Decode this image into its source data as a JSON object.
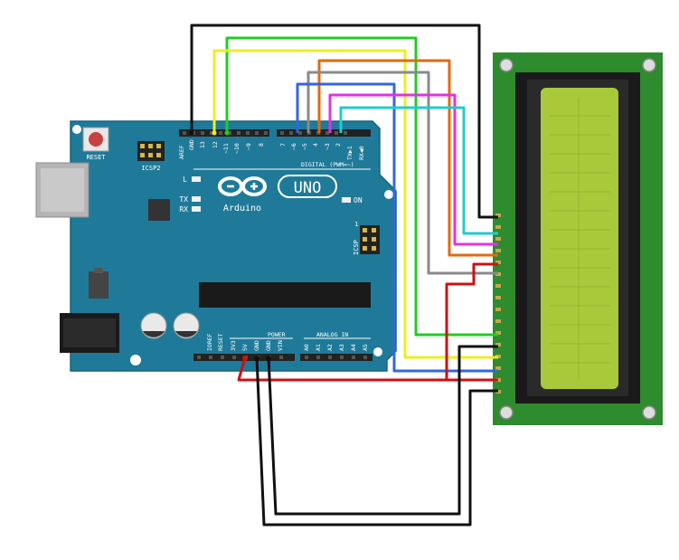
{
  "board": {
    "brand": "Arduino",
    "model": "UNO",
    "reset_label": "RESET",
    "icsp2_label": "ICSP2",
    "icsp_label": "ICSP",
    "icsp_pin1": "1",
    "led_l": "L",
    "led_tx": "TX",
    "led_rx": "RX",
    "led_on": "ON",
    "digital_label": "DIGITAL (PWM=~)",
    "power_label": "POWER",
    "analog_label": "ANALOG IN",
    "aref": "AREF",
    "gnd": "GND",
    "pin13": "13",
    "pin12": "12",
    "pin11": "~11",
    "pin10": "~10",
    "pin9": "~9",
    "pin8": "8",
    "pin7": "7",
    "pin6": "~6",
    "pin5": "~5",
    "pin4": "4",
    "pin3": "~3",
    "pin2": "2",
    "pin1": "TX▶1",
    "pin0": "RX◀0",
    "p_ioref": "IOREF",
    "p_reset": "RESET",
    "p_3v3": "3V3",
    "p_5v": "5V",
    "p_gnd1": "GND",
    "p_gnd2": "GND",
    "p_vin": "VIN",
    "a0": "A0",
    "a1": "A1",
    "a2": "A2",
    "a3": "A3",
    "a4": "A4",
    "a5": "A5"
  },
  "colors": {
    "board": "#1f7a99",
    "lcd_pcb": "#2e8b2e",
    "lcd_screen": "#a8c93a",
    "wire_black": "#111111",
    "wire_red": "#cc1111",
    "wire_green": "#22cc22",
    "wire_yellow": "#eeee22",
    "wire_orange": "#e06a10",
    "wire_gray": "#8a8a8a",
    "wire_blue": "#3366dd",
    "wire_magenta": "#e033e0",
    "wire_cyan": "#22cccc"
  }
}
